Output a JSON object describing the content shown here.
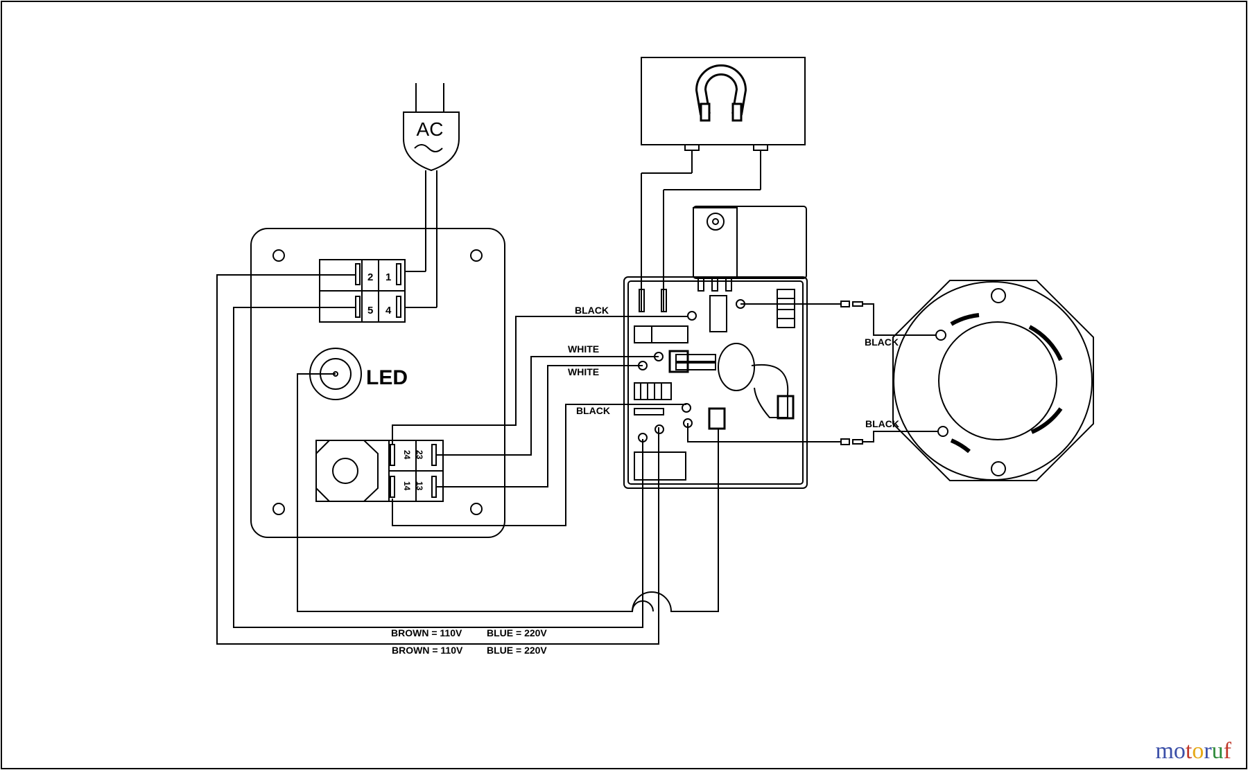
{
  "plug": {
    "label": "AC"
  },
  "switch_terminals": {
    "t1": "1",
    "t2": "2",
    "t4": "4",
    "t5": "5"
  },
  "led": {
    "label": "LED"
  },
  "contactor_terminals": {
    "t23": "23",
    "t24": "24",
    "t13": "13",
    "t14": "14"
  },
  "wire_labels": {
    "black_top": "BLACK",
    "white_top": "WHITE",
    "white_bottom": "WHITE",
    "black_middle": "BLACK",
    "black_motor_top": "BLACK",
    "black_motor_bottom": "BLACK"
  },
  "legend": {
    "row1_brown": "BROWN = 110V",
    "row1_blue": "BLUE = 220V",
    "row2_brown": "BROWN = 110V",
    "row2_blue": "BLUE = 220V"
  },
  "watermark": {
    "letters": [
      "m",
      "o",
      "t",
      "o",
      "r",
      "u",
      "f"
    ],
    "colors": [
      "#3b4fa8",
      "#3b4fa8",
      "#c0392b",
      "#e6a817",
      "#3b4fa8",
      "#2e8b3a",
      "#c0392b"
    ]
  },
  "colors": {
    "line": "#000000",
    "background": "#ffffff"
  }
}
